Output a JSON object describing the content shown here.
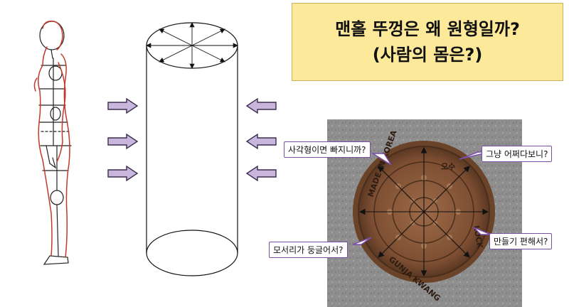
{
  "title": {
    "line1": "맨홀 뚜껑은 왜 원형일까?",
    "line2": "(사람의 몸은?)"
  },
  "callouts": {
    "top_left": "사각형이면 빠지니까?",
    "top_right": "그냥 어쩌다보니?",
    "bottom_left": "모서리가 둥글어서?",
    "bottom_right": "만들기 편해서?"
  },
  "manhole_text": {
    "ring_left": "MADE IN KOREA",
    "ring_top": "오수",
    "ring_bottom": "GUNJA KWANG",
    "ring_right": "LOCK"
  },
  "colors": {
    "title_bg": "#fde99a",
    "arrow_fill": "#c8b6dc",
    "arrow_stroke": "#3b2d4f",
    "callout_border": "#7a4fa8",
    "figure_red": "#c0392b",
    "manhole_metal": "#8a5a3b",
    "asphalt": "#8e8e8e"
  },
  "icons": [
    "arrow-right-icon",
    "arrow-left-icon"
  ]
}
